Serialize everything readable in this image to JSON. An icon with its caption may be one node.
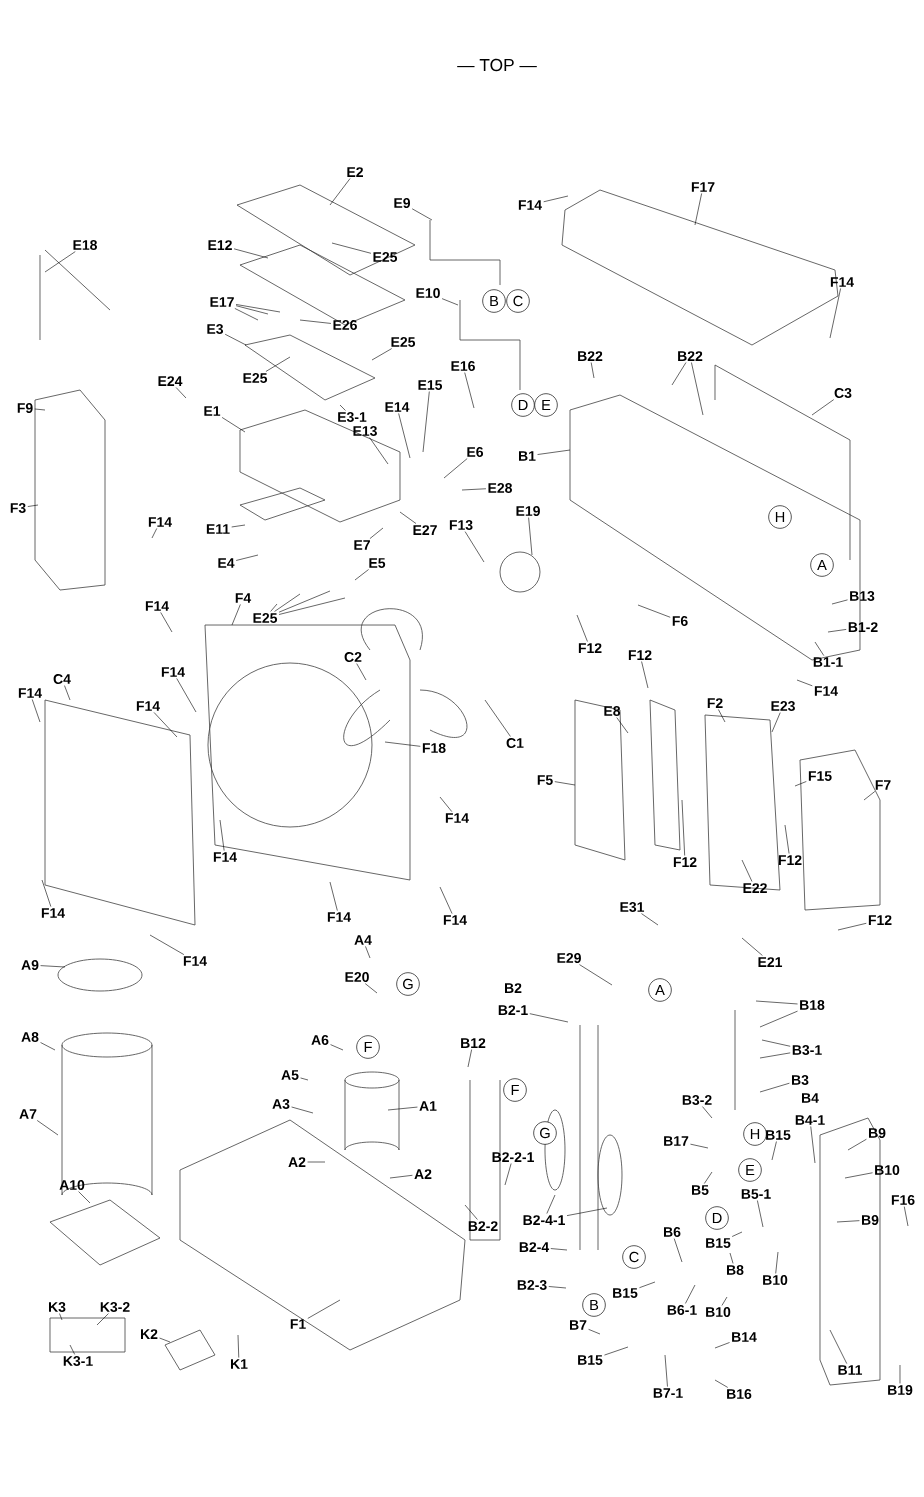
{
  "diagram": {
    "title": "— TOP —",
    "nodes": [
      {
        "text": [
          "E18"
        ]
      },
      {
        "text": [
          "E2"
        ]
      },
      {
        "text": [
          "E9"
        ]
      },
      {
        "text": [
          "F14"
        ]
      },
      {
        "text": [
          "F17"
        ]
      },
      {
        "text": [
          "E12"
        ]
      },
      {
        "text": [
          "E25"
        ]
      },
      {
        "text": [
          "E10"
        ]
      },
      {
        "text": [
          "F14"
        ]
      },
      {
        "text": [
          "B"
        ]
      },
      {
        "text": [
          "C"
        ]
      },
      {
        "text": [
          "E17"
        ]
      },
      {
        "text": [
          "E3"
        ]
      },
      {
        "text": [
          "E26"
        ]
      },
      {
        "text": [
          "E25"
        ]
      },
      {
        "text": [
          "E24"
        ]
      },
      {
        "text": [
          "E25"
        ]
      },
      {
        "text": [
          "B22"
        ]
      },
      {
        "text": [
          "B22"
        ]
      },
      {
        "text": [
          "C3"
        ]
      },
      {
        "text": [
          "D"
        ]
      },
      {
        "text": [
          "E"
        ]
      },
      {
        "text": [
          "F9"
        ]
      },
      {
        "text": [
          "E16"
        ]
      },
      {
        "text": [
          "E15"
        ]
      },
      {
        "text": [
          "E14"
        ]
      },
      {
        "text": [
          "E1"
        ]
      },
      {
        "text": [
          "E3-1"
        ]
      },
      {
        "text": [
          "E13"
        ]
      },
      {
        "text": [
          "E6"
        ]
      },
      {
        "text": [
          "B1"
        ]
      },
      {
        "text": [
          "F3"
        ]
      },
      {
        "text": [
          "E28"
        ]
      },
      {
        "text": [
          "F14"
        ]
      },
      {
        "text": [
          "E11"
        ]
      },
      {
        "text": [
          "E27"
        ]
      },
      {
        "text": [
          "E7"
        ]
      },
      {
        "text": [
          "E19"
        ]
      },
      {
        "text": [
          "F13"
        ]
      },
      {
        "text": [
          "E4"
        ]
      },
      {
        "text": [
          "E5"
        ]
      },
      {
        "text": [
          "H"
        ]
      },
      {
        "text": [
          "A"
        ]
      },
      {
        "text": [
          "B13"
        ]
      },
      {
        "text": [
          "E25"
        ]
      },
      {
        "text": [
          "F14"
        ]
      },
      {
        "text": [
          "F4"
        ]
      },
      {
        "text": [
          "F12"
        ]
      },
      {
        "text": [
          "F6"
        ]
      },
      {
        "text": [
          "B1-2"
        ]
      },
      {
        "text": [
          "B1-1"
        ]
      },
      {
        "text": [
          "C4"
        ]
      },
      {
        "text": [
          "C2"
        ]
      },
      {
        "text": [
          "F12"
        ]
      },
      {
        "text": [
          "F14"
        ]
      },
      {
        "text": [
          "F14"
        ]
      },
      {
        "text": [
          "F14"
        ]
      },
      {
        "text": [
          "F14"
        ]
      },
      {
        "text": [
          "E8"
        ]
      },
      {
        "text": [
          "F2"
        ]
      },
      {
        "text": [
          "E23"
        ]
      },
      {
        "text": [
          "C1"
        ]
      },
      {
        "text": [
          "F18"
        ]
      },
      {
        "text": [
          "F15"
        ]
      },
      {
        "text": [
          "F5"
        ]
      },
      {
        "text": [
          "F7"
        ]
      },
      {
        "text": [
          "F14"
        ]
      },
      {
        "text": [
          "F14"
        ]
      },
      {
        "text": [
          "F12"
        ]
      },
      {
        "text": [
          "F12"
        ]
      },
      {
        "text": [
          "E22"
        ]
      },
      {
        "text": [
          "F14"
        ]
      },
      {
        "text": [
          "F14"
        ]
      },
      {
        "text": [
          "F14"
        ]
      },
      {
        "text": [
          "F12"
        ]
      },
      {
        "text": [
          "E31"
        ]
      },
      {
        "text": [
          "F14"
        ]
      },
      {
        "text": [
          "E21"
        ]
      },
      {
        "text": [
          "A4"
        ]
      },
      {
        "text": [
          "E29"
        ]
      },
      {
        "text": [
          "A9"
        ]
      },
      {
        "text": [
          "E20"
        ]
      },
      {
        "text": [
          "G"
        ]
      },
      {
        "text": [
          "A"
        ]
      },
      {
        "text": [
          "B2-1"
        ]
      },
      {
        "text": [
          "B18"
        ]
      },
      {
        "text": [
          "A6"
        ]
      },
      {
        "text": [
          "F"
        ]
      },
      {
        "text": [
          "B12"
        ]
      },
      {
        "text": [
          "A8"
        ]
      },
      {
        "text": [
          "B3-1"
        ]
      },
      {
        "text": [
          "F"
        ]
      },
      {
        "text": [
          "A5"
        ]
      },
      {
        "text": [
          "A1"
        ]
      },
      {
        "text": [
          "B3"
        ]
      },
      {
        "text": [
          "B3-2"
        ]
      },
      {
        "text": [
          "A3"
        ]
      },
      {
        "text": [
          "A7"
        ]
      },
      {
        "text": [
          "G"
        ]
      },
      {
        "text": [
          "B17"
        ]
      },
      {
        "text": [
          "H"
        ]
      },
      {
        "text": [
          "B15"
        ]
      },
      {
        "text": [
          "B4-1"
        ]
      },
      {
        "text": [
          "B9"
        ]
      },
      {
        "text": [
          "E"
        ]
      },
      {
        "text": [
          "B10"
        ]
      },
      {
        "text": [
          "A2"
        ]
      },
      {
        "text": [
          "A2"
        ]
      },
      {
        "text": [
          "B2-2-1"
        ]
      },
      {
        "text": [
          "F16"
        ]
      },
      {
        "text": [
          "A10"
        ]
      },
      {
        "text": [
          "B5"
        ]
      },
      {
        "text": [
          "B5-1"
        ]
      },
      {
        "text": [
          "D"
        ]
      },
      {
        "text": [
          "B9"
        ]
      },
      {
        "text": [
          "B2-2"
        ]
      },
      {
        "text": [
          "B2-4-1"
        ]
      },
      {
        "text": [
          "B6"
        ]
      },
      {
        "text": [
          "B15"
        ]
      },
      {
        "text": [
          "B2-4"
        ]
      },
      {
        "text": [
          "C"
        ]
      },
      {
        "text": [
          "B8"
        ]
      },
      {
        "text": [
          "B10"
        ]
      },
      {
        "text": [
          "B2-3"
        ]
      },
      {
        "text": [
          "B15"
        ]
      },
      {
        "text": [
          "B6-1"
        ]
      },
      {
        "text": [
          "B10"
        ]
      },
      {
        "text": [
          "F1"
        ]
      },
      {
        "text": [
          "K3"
        ]
      },
      {
        "text": [
          "K3-2"
        ]
      },
      {
        "text": [
          "B"
        ]
      },
      {
        "text": [
          "B7"
        ]
      },
      {
        "text": [
          "K2"
        ]
      },
      {
        "text": [
          "B14"
        ]
      },
      {
        "text": [
          "B15"
        ]
      },
      {
        "text": [
          "B11"
        ]
      },
      {
        "text": [
          "K3-1"
        ]
      },
      {
        "text": [
          "K1"
        ]
      },
      {
        "text": [
          "B7-1"
        ]
      },
      {
        "text": [
          "B16"
        ]
      },
      {
        "text": [
          "B19"
        ]
      }
    ],
    "edges": [
      {
        "from": 0,
        "to": null,
        "arrow": "none"
      },
      {
        "from": 1,
        "to": null,
        "arrow": "none"
      },
      {
        "from": 2,
        "to": null,
        "arrow": "none"
      },
      {
        "from": 3,
        "to": null,
        "arrow": "none"
      },
      {
        "from": 4,
        "to": null,
        "arrow": "none"
      },
      {
        "from": 5,
        "to": null,
        "arrow": "none"
      },
      {
        "from": 6,
        "to": null,
        "arrow": "none"
      },
      {
        "from": 7,
        "to": null,
        "arrow": "none"
      },
      {
        "from": 8,
        "to": null,
        "arrow": "none"
      },
      {
        "from": 11,
        "to": null,
        "arrow": "none"
      },
      {
        "from": 11,
        "to": null,
        "arrow": "none"
      },
      {
        "from": 11,
        "to": null,
        "arrow": "none"
      },
      {
        "from": 12,
        "to": null,
        "arrow": "none"
      },
      {
        "from": 13,
        "to": null,
        "arrow": "none"
      },
      {
        "from": 14,
        "to": null,
        "arrow": "none"
      },
      {
        "from": 15,
        "to": null,
        "arrow": "none"
      },
      {
        "from": 16,
        "to": null,
        "arrow": "none"
      },
      {
        "from": 17,
        "to": null,
        "arrow": "none"
      },
      {
        "from": 18,
        "to": null,
        "arrow": "none"
      },
      {
        "from": 18,
        "to": null,
        "arrow": "none"
      },
      {
        "from": 19,
        "to": null,
        "arrow": "none"
      },
      {
        "from": 22,
        "to": null,
        "arrow": "none"
      },
      {
        "from": 23,
        "to": null,
        "arrow": "none"
      },
      {
        "from": 24,
        "to": null,
        "arrow": "none"
      },
      {
        "from": 25,
        "to": null,
        "arrow": "none"
      },
      {
        "from": 26,
        "to": null,
        "arrow": "none"
      },
      {
        "from": 27,
        "to": null,
        "arrow": "none"
      },
      {
        "from": 28,
        "to": null,
        "arrow": "none"
      },
      {
        "from": 29,
        "to": null,
        "arrow": "none"
      },
      {
        "from": 30,
        "to": null,
        "arrow": "none"
      },
      {
        "from": 31,
        "to": null,
        "arrow": "none"
      },
      {
        "from": 32,
        "to": null,
        "arrow": "none"
      },
      {
        "from": 33,
        "to": null,
        "arrow": "none"
      },
      {
        "from": 34,
        "to": null,
        "arrow": "none"
      },
      {
        "from": 35,
        "to": null,
        "arrow": "none"
      },
      {
        "from": 36,
        "to": null,
        "arrow": "none"
      },
      {
        "from": 37,
        "to": null,
        "arrow": "none"
      },
      {
        "from": 38,
        "to": null,
        "arrow": "none"
      },
      {
        "from": 39,
        "to": null,
        "arrow": "none"
      },
      {
        "from": 40,
        "to": null,
        "arrow": "none"
      },
      {
        "from": 43,
        "to": null,
        "arrow": "none"
      },
      {
        "from": 44,
        "to": null,
        "arrow": "none"
      },
      {
        "from": 44,
        "to": null,
        "arrow": "none"
      },
      {
        "from": 44,
        "to": null,
        "arrow": "none"
      },
      {
        "from": 44,
        "to": null,
        "arrow": "none"
      },
      {
        "from": 45,
        "to": null,
        "arrow": "none"
      },
      {
        "from": 46,
        "to": null,
        "arrow": "none"
      },
      {
        "from": 47,
        "to": null,
        "arrow": "none"
      },
      {
        "from": 48,
        "to": null,
        "arrow": "none"
      },
      {
        "from": 49,
        "to": null,
        "arrow": "none"
      },
      {
        "from": 50,
        "to": null,
        "arrow": "none"
      },
      {
        "from": 51,
        "to": null,
        "arrow": "none"
      },
      {
        "from": 52,
        "to": null,
        "arrow": "none"
      },
      {
        "from": 53,
        "to": null,
        "arrow": "none"
      },
      {
        "from": 54,
        "to": null,
        "arrow": "none"
      },
      {
        "from": 55,
        "to": null,
        "arrow": "none"
      },
      {
        "from": 56,
        "to": null,
        "arrow": "none"
      },
      {
        "from": 57,
        "to": null,
        "arrow": "none"
      },
      {
        "from": 58,
        "to": null,
        "arrow": "none"
      },
      {
        "from": 59,
        "to": null,
        "arrow": "none"
      },
      {
        "from": 60,
        "to": null,
        "arrow": "none"
      },
      {
        "from": 61,
        "to": null,
        "arrow": "none"
      },
      {
        "from": 62,
        "to": null,
        "arrow": "none"
      },
      {
        "from": 63,
        "to": null,
        "arrow": "none"
      },
      {
        "from": 64,
        "to": null,
        "arrow": "none"
      },
      {
        "from": 65,
        "to": null,
        "arrow": "none"
      },
      {
        "from": 66,
        "to": null,
        "arrow": "none"
      },
      {
        "from": 67,
        "to": null,
        "arrow": "none"
      },
      {
        "from": 68,
        "to": null,
        "arrow": "none"
      },
      {
        "from": 69,
        "to": null,
        "arrow": "none"
      },
      {
        "from": 70,
        "to": null,
        "arrow": "none"
      },
      {
        "from": 71,
        "to": null,
        "arrow": "none"
      },
      {
        "from": 72,
        "to": null,
        "arrow": "none"
      },
      {
        "from": 73,
        "to": null,
        "arrow": "none"
      },
      {
        "from": 74,
        "to": null,
        "arrow": "none"
      },
      {
        "from": 75,
        "to": null,
        "arrow": "none"
      },
      {
        "from": 76,
        "to": null,
        "arrow": "none"
      },
      {
        "from": 77,
        "to": null,
        "arrow": "none"
      },
      {
        "from": 78,
        "to": null,
        "arrow": "none"
      },
      {
        "from": 79,
        "to": null,
        "arrow": "none"
      },
      {
        "from": 80,
        "to": null,
        "arrow": "none"
      },
      {
        "from": 81,
        "to": null,
        "arrow": "none"
      },
      {
        "from": 84,
        "to": null,
        "arrow": "none"
      },
      {
        "from": 85,
        "to": null,
        "arrow": "none"
      },
      {
        "from": 85,
        "to": null,
        "arrow": "none"
      },
      {
        "from": 86,
        "to": null,
        "arrow": "none"
      },
      {
        "from": 88,
        "to": null,
        "arrow": "none"
      },
      {
        "from": 89,
        "to": null,
        "arrow": "none"
      },
      {
        "from": 90,
        "to": null,
        "arrow": "none"
      },
      {
        "from": 90,
        "to": null,
        "arrow": "none"
      },
      {
        "from": 92,
        "to": null,
        "arrow": "none"
      },
      {
        "from": 93,
        "to": null,
        "arrow": "none"
      },
      {
        "from": 94,
        "to": null,
        "arrow": "none"
      },
      {
        "from": 95,
        "to": null,
        "arrow": "none"
      },
      {
        "from": 96,
        "to": null,
        "arrow": "none"
      },
      {
        "from": 97,
        "to": null,
        "arrow": "none"
      },
      {
        "from": 99,
        "to": null,
        "arrow": "none"
      },
      {
        "from": 101,
        "to": null,
        "arrow": "none"
      },
      {
        "from": 102,
        "to": null,
        "arrow": "none"
      },
      {
        "from": 103,
        "to": null,
        "arrow": "none"
      },
      {
        "from": 105,
        "to": null,
        "arrow": "none"
      },
      {
        "from": 106,
        "to": null,
        "arrow": "none"
      },
      {
        "from": 107,
        "to": null,
        "arrow": "none"
      },
      {
        "from": 108,
        "to": null,
        "arrow": "none"
      },
      {
        "from": 109,
        "to": null,
        "arrow": "none"
      },
      {
        "from": 110,
        "to": null,
        "arrow": "none"
      },
      {
        "from": 111,
        "to": null,
        "arrow": "none"
      },
      {
        "from": 112,
        "to": null,
        "arrow": "none"
      },
      {
        "from": 114,
        "to": null,
        "arrow": "none"
      },
      {
        "from": 115,
        "to": null,
        "arrow": "none"
      },
      {
        "from": 116,
        "to": null,
        "arrow": "none"
      },
      {
        "from": 116,
        "to": null,
        "arrow": "none"
      },
      {
        "from": 117,
        "to": null,
        "arrow": "none"
      },
      {
        "from": 118,
        "to": null,
        "arrow": "none"
      },
      {
        "from": 119,
        "to": null,
        "arrow": "none"
      },
      {
        "from": 121,
        "to": null,
        "arrow": "none"
      },
      {
        "from": 122,
        "to": null,
        "arrow": "none"
      },
      {
        "from": 123,
        "to": null,
        "arrow": "none"
      },
      {
        "from": 124,
        "to": null,
        "arrow": "none"
      },
      {
        "from": 125,
        "to": null,
        "arrow": "none"
      },
      {
        "from": 126,
        "to": null,
        "arrow": "none"
      },
      {
        "from": 127,
        "to": null,
        "arrow": "none"
      },
      {
        "from": 128,
        "to": null,
        "arrow": "none"
      },
      {
        "from": 129,
        "to": null,
        "arrow": "none"
      },
      {
        "from": 131,
        "to": null,
        "arrow": "none"
      },
      {
        "from": 132,
        "to": null,
        "arrow": "none"
      },
      {
        "from": 133,
        "to": null,
        "arrow": "none"
      },
      {
        "from": 134,
        "to": null,
        "arrow": "none"
      },
      {
        "from": 135,
        "to": null,
        "arrow": "none"
      },
      {
        "from": 136,
        "to": null,
        "arrow": "none"
      },
      {
        "from": 137,
        "to": null,
        "arrow": "none"
      },
      {
        "from": 138,
        "to": null,
        "arrow": "none"
      },
      {
        "from": 139,
        "to": null,
        "arrow": "none"
      },
      {
        "from": 140,
        "to": null,
        "arrow": "none"
      }
    ],
    "labels": [
      "B2",
      "B4"
    ]
  }
}
